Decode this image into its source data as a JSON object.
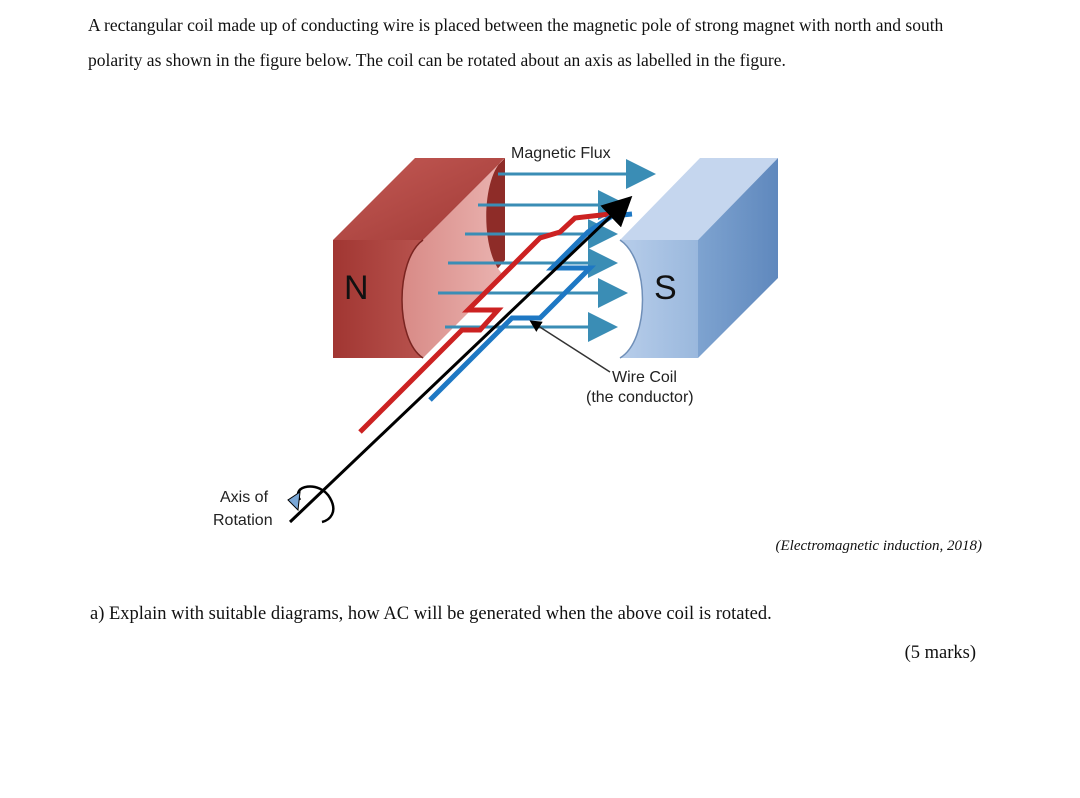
{
  "intro_text": "A rectangular coil made up of conducting wire is placed between the magnetic pole of strong magnet with north and south polarity as shown in the figure below. The coil can be rotated about an axis as labelled in the figure.",
  "figure": {
    "flux_label": "Magnetic Flux",
    "north_label": "N",
    "south_label": "S",
    "coil_label_line1": "Wire Coil",
    "coil_label_line2": "(the conductor)",
    "axis_label_line1": "Axis of",
    "axis_label_line2": "Rotation",
    "colors": {
      "north_magnet": "#b2403d",
      "south_magnet": "#8fb1d8",
      "flux_arrows": "#3a8db5",
      "coil_red": "#cc2222",
      "coil_blue": "#1e78c4",
      "axis": "#000000"
    }
  },
  "citation": "(Electromagnetic induction, 2018)",
  "question": "a) Explain with suitable diagrams, how AC will be generated when the above coil is rotated.",
  "marks": "(5 marks)"
}
